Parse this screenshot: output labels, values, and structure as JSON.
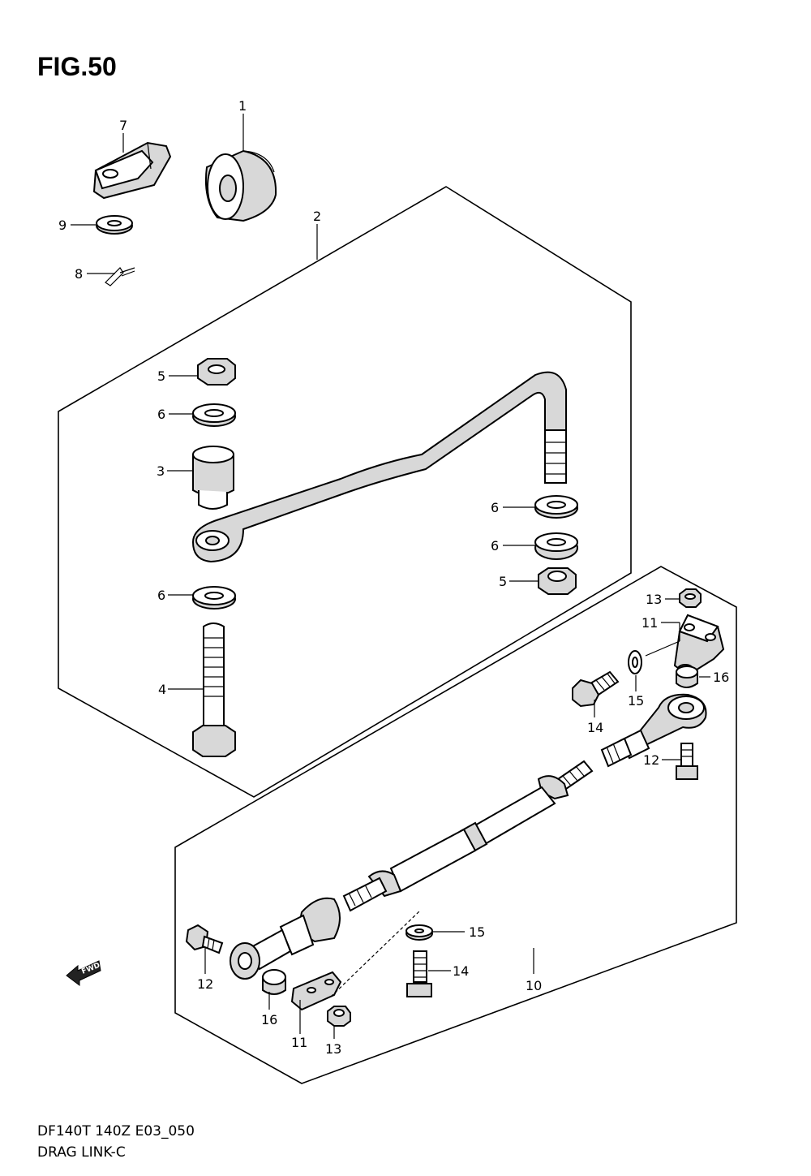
{
  "figure": {
    "title": "FIG.50",
    "code": "DF140T 140Z E03_050",
    "name": "DRAG LINK-C"
  },
  "callouts": {
    "c1": "1",
    "c2": "2",
    "c3": "3",
    "c4": "4",
    "c5a": "5",
    "c5b": "5",
    "c6a": "6",
    "c6b": "6",
    "c6c": "6",
    "c6d": "6",
    "c7": "7",
    "c8": "8",
    "c9": "9",
    "c10": "10",
    "c11a": "11",
    "c11b": "11",
    "c12a": "12",
    "c12b": "12",
    "c13a": "13",
    "c13b": "13",
    "c14a": "14",
    "c14b": "14",
    "c15a": "15",
    "c15b": "15",
    "c16a": "16",
    "c16b": "16"
  },
  "direction_arrow": {
    "label": "FWD",
    "icon": "fwd-arrow-icon"
  }
}
